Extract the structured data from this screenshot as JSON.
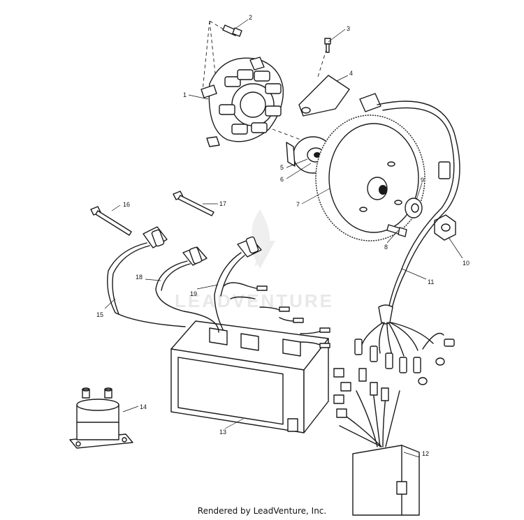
{
  "diagram": {
    "callouts": [
      {
        "id": "1",
        "text": "1"
      },
      {
        "id": "2",
        "text": "2"
      },
      {
        "id": "3",
        "text": "3"
      },
      {
        "id": "4",
        "text": "4"
      },
      {
        "id": "5",
        "text": "5"
      },
      {
        "id": "6",
        "text": "6"
      },
      {
        "id": "7",
        "text": "7"
      },
      {
        "id": "8",
        "text": "8"
      },
      {
        "id": "9",
        "text": "9"
      },
      {
        "id": "10",
        "text": "10"
      },
      {
        "id": "11",
        "text": "11"
      },
      {
        "id": "12",
        "text": "12"
      },
      {
        "id": "13",
        "text": "13"
      },
      {
        "id": "14",
        "text": "14"
      },
      {
        "id": "15",
        "text": "15"
      },
      {
        "id": "16",
        "text": "16"
      },
      {
        "id": "17",
        "text": "17"
      },
      {
        "id": "18",
        "text": "18"
      },
      {
        "id": "19",
        "text": "19"
      }
    ]
  },
  "watermark": {
    "text": "LEADVENTURE"
  },
  "footer": {
    "text": "Rendered by LeadVenture, Inc."
  }
}
